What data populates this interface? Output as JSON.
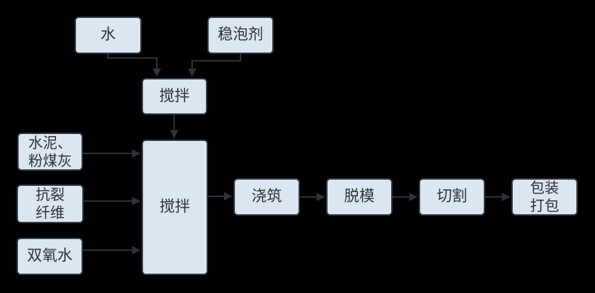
{
  "diagram": {
    "type": "flowchart",
    "background_color": "#000000",
    "node_fill_color": "#dce6f1",
    "node_border_color": "#333d47",
    "arrow_color": "#2e343a",
    "text_color": "#2d3338",
    "nodes": {
      "water": {
        "label": "水"
      },
      "foam_stabilizer": {
        "label": "稳泡剂"
      },
      "premix": {
        "label": "搅拌"
      },
      "main_mix": {
        "label": "搅拌"
      },
      "cement_flyash": {
        "label": "水泥、\n粉煤灰"
      },
      "anticrack_fiber": {
        "label": "抗裂\n纤维"
      },
      "hydrogen_peroxide": {
        "label": "双氧水"
      },
      "pouring": {
        "label": "浇筑"
      },
      "demolding": {
        "label": "脱模"
      },
      "cutting": {
        "label": "切割"
      },
      "packaging": {
        "label": "包装\n打包"
      }
    },
    "edges": [
      {
        "from": "water",
        "to": "premix"
      },
      {
        "from": "foam_stabilizer",
        "to": "premix"
      },
      {
        "from": "premix",
        "to": "main_mix"
      },
      {
        "from": "cement_flyash",
        "to": "main_mix"
      },
      {
        "from": "anticrack_fiber",
        "to": "main_mix"
      },
      {
        "from": "hydrogen_peroxide",
        "to": "main_mix"
      },
      {
        "from": "main_mix",
        "to": "pouring"
      },
      {
        "from": "pouring",
        "to": "demolding"
      },
      {
        "from": "demolding",
        "to": "cutting"
      },
      {
        "from": "cutting",
        "to": "packaging"
      }
    ]
  }
}
